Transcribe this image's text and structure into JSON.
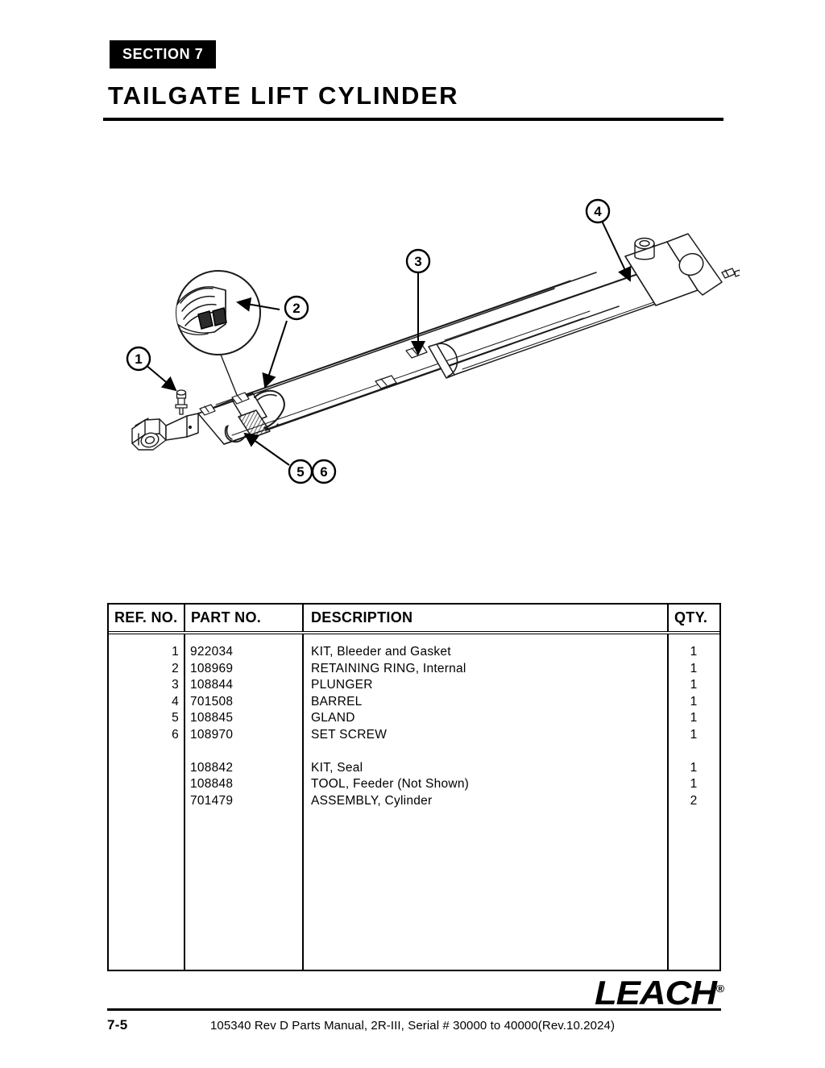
{
  "header": {
    "section_badge": "SECTION 7",
    "title": "TAILGATE LIFT CYLINDER"
  },
  "figure": {
    "alt": "Exploded isometric view of telescopic tailgate lift cylinder with detail bubble",
    "callouts": [
      {
        "id": "1",
        "label": "1",
        "target": "bleeder screw at rod end"
      },
      {
        "id": "2",
        "label": "2",
        "target": "internal retaining ring (shown in detail bubble)"
      },
      {
        "id": "3",
        "label": "3",
        "target": "plunger / inner stage"
      },
      {
        "id": "4",
        "label": "4",
        "target": "barrel at port end"
      },
      {
        "id": "5",
        "label": "5",
        "target": "gland"
      },
      {
        "id": "6",
        "label": "6",
        "target": "set screw"
      }
    ]
  },
  "table": {
    "headers": {
      "ref": "REF. NO.",
      "part": "PART NO.",
      "description": "DESCRIPTION",
      "qty": "QTY."
    },
    "rows": [
      {
        "ref": "1",
        "part": "922034",
        "description": "KIT, Bleeder and Gasket",
        "qty": "1"
      },
      {
        "ref": "2",
        "part": "108969",
        "description": "RETAINING RING, Internal",
        "qty": "1"
      },
      {
        "ref": "3",
        "part": "108844",
        "description": "PLUNGER",
        "qty": "1"
      },
      {
        "ref": "4",
        "part": "701508",
        "description": "BARREL",
        "qty": "1"
      },
      {
        "ref": "5",
        "part": "108845",
        "description": "GLAND",
        "qty": "1"
      },
      {
        "ref": "6",
        "part": "108970",
        "description": "SET SCREW",
        "qty": "1"
      },
      {
        "ref": "",
        "part": "",
        "description": "",
        "qty": ""
      },
      {
        "ref": "",
        "part": "108842",
        "description": "KIT, Seal",
        "qty": "1"
      },
      {
        "ref": "",
        "part": "108848",
        "description": "TOOL, Feeder (Not Shown)",
        "qty": "1"
      },
      {
        "ref": "",
        "part": "701479",
        "description": "ASSEMBLY, Cylinder",
        "qty": "2"
      }
    ]
  },
  "footer": {
    "logo": "LEACH",
    "logo_mark": "®",
    "page_number": "7-5",
    "document_line": "105340 Rev D Parts Manual, 2R-III, Serial # 30000 to 40000(Rev.10.2024)"
  },
  "colors": {
    "ink": "#000000",
    "paper": "#ffffff",
    "line_art": "#1a1a1a"
  }
}
